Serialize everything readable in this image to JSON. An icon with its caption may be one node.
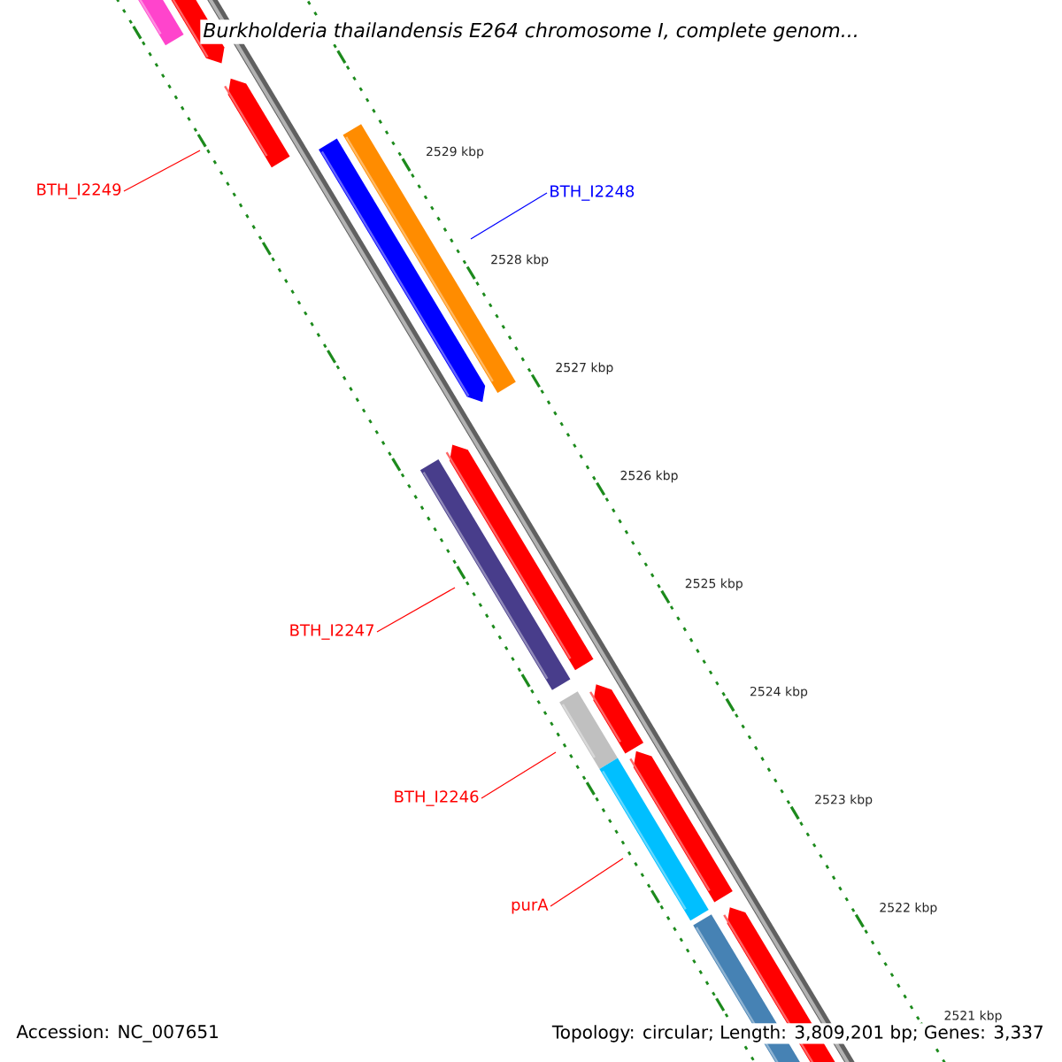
{
  "diagram": {
    "title": "Burkholderia thailandensis E264 chromosome I, complete genom...",
    "nodes": [
      {
        "text": [
          "BTH_I2249"
        ]
      },
      {
        "text": [
          "BTH_I2248"
        ]
      },
      {
        "text": [
          "BTH_I2247"
        ]
      },
      {
        "text": [
          "BTH_I2246"
        ]
      },
      {
        "text": [
          "purA"
        ]
      }
    ],
    "edges": [
      {
        "from": 0,
        "to": null,
        "arrow": "none"
      },
      {
        "from": 1,
        "to": null,
        "arrow": "none",
        "color": "#0000ff"
      },
      {
        "from": 2,
        "to": null,
        "arrow": "none"
      },
      {
        "from": 3,
        "to": null,
        "arrow": "none"
      },
      {
        "from": 4,
        "to": null,
        "arrow": "none"
      }
    ],
    "labels": [
      "2529 kbp",
      "2528 kbp",
      "2527 kbp",
      "2526 kbp",
      "2525 kbp",
      "2524 kbp",
      "2523 kbp",
      "2522 kbp",
      "2521 kbp",
      "Accession: NC_007651",
      "Topology: circular; Length: 3,809,201 bp; Genes: 3,337"
    ]
  }
}
